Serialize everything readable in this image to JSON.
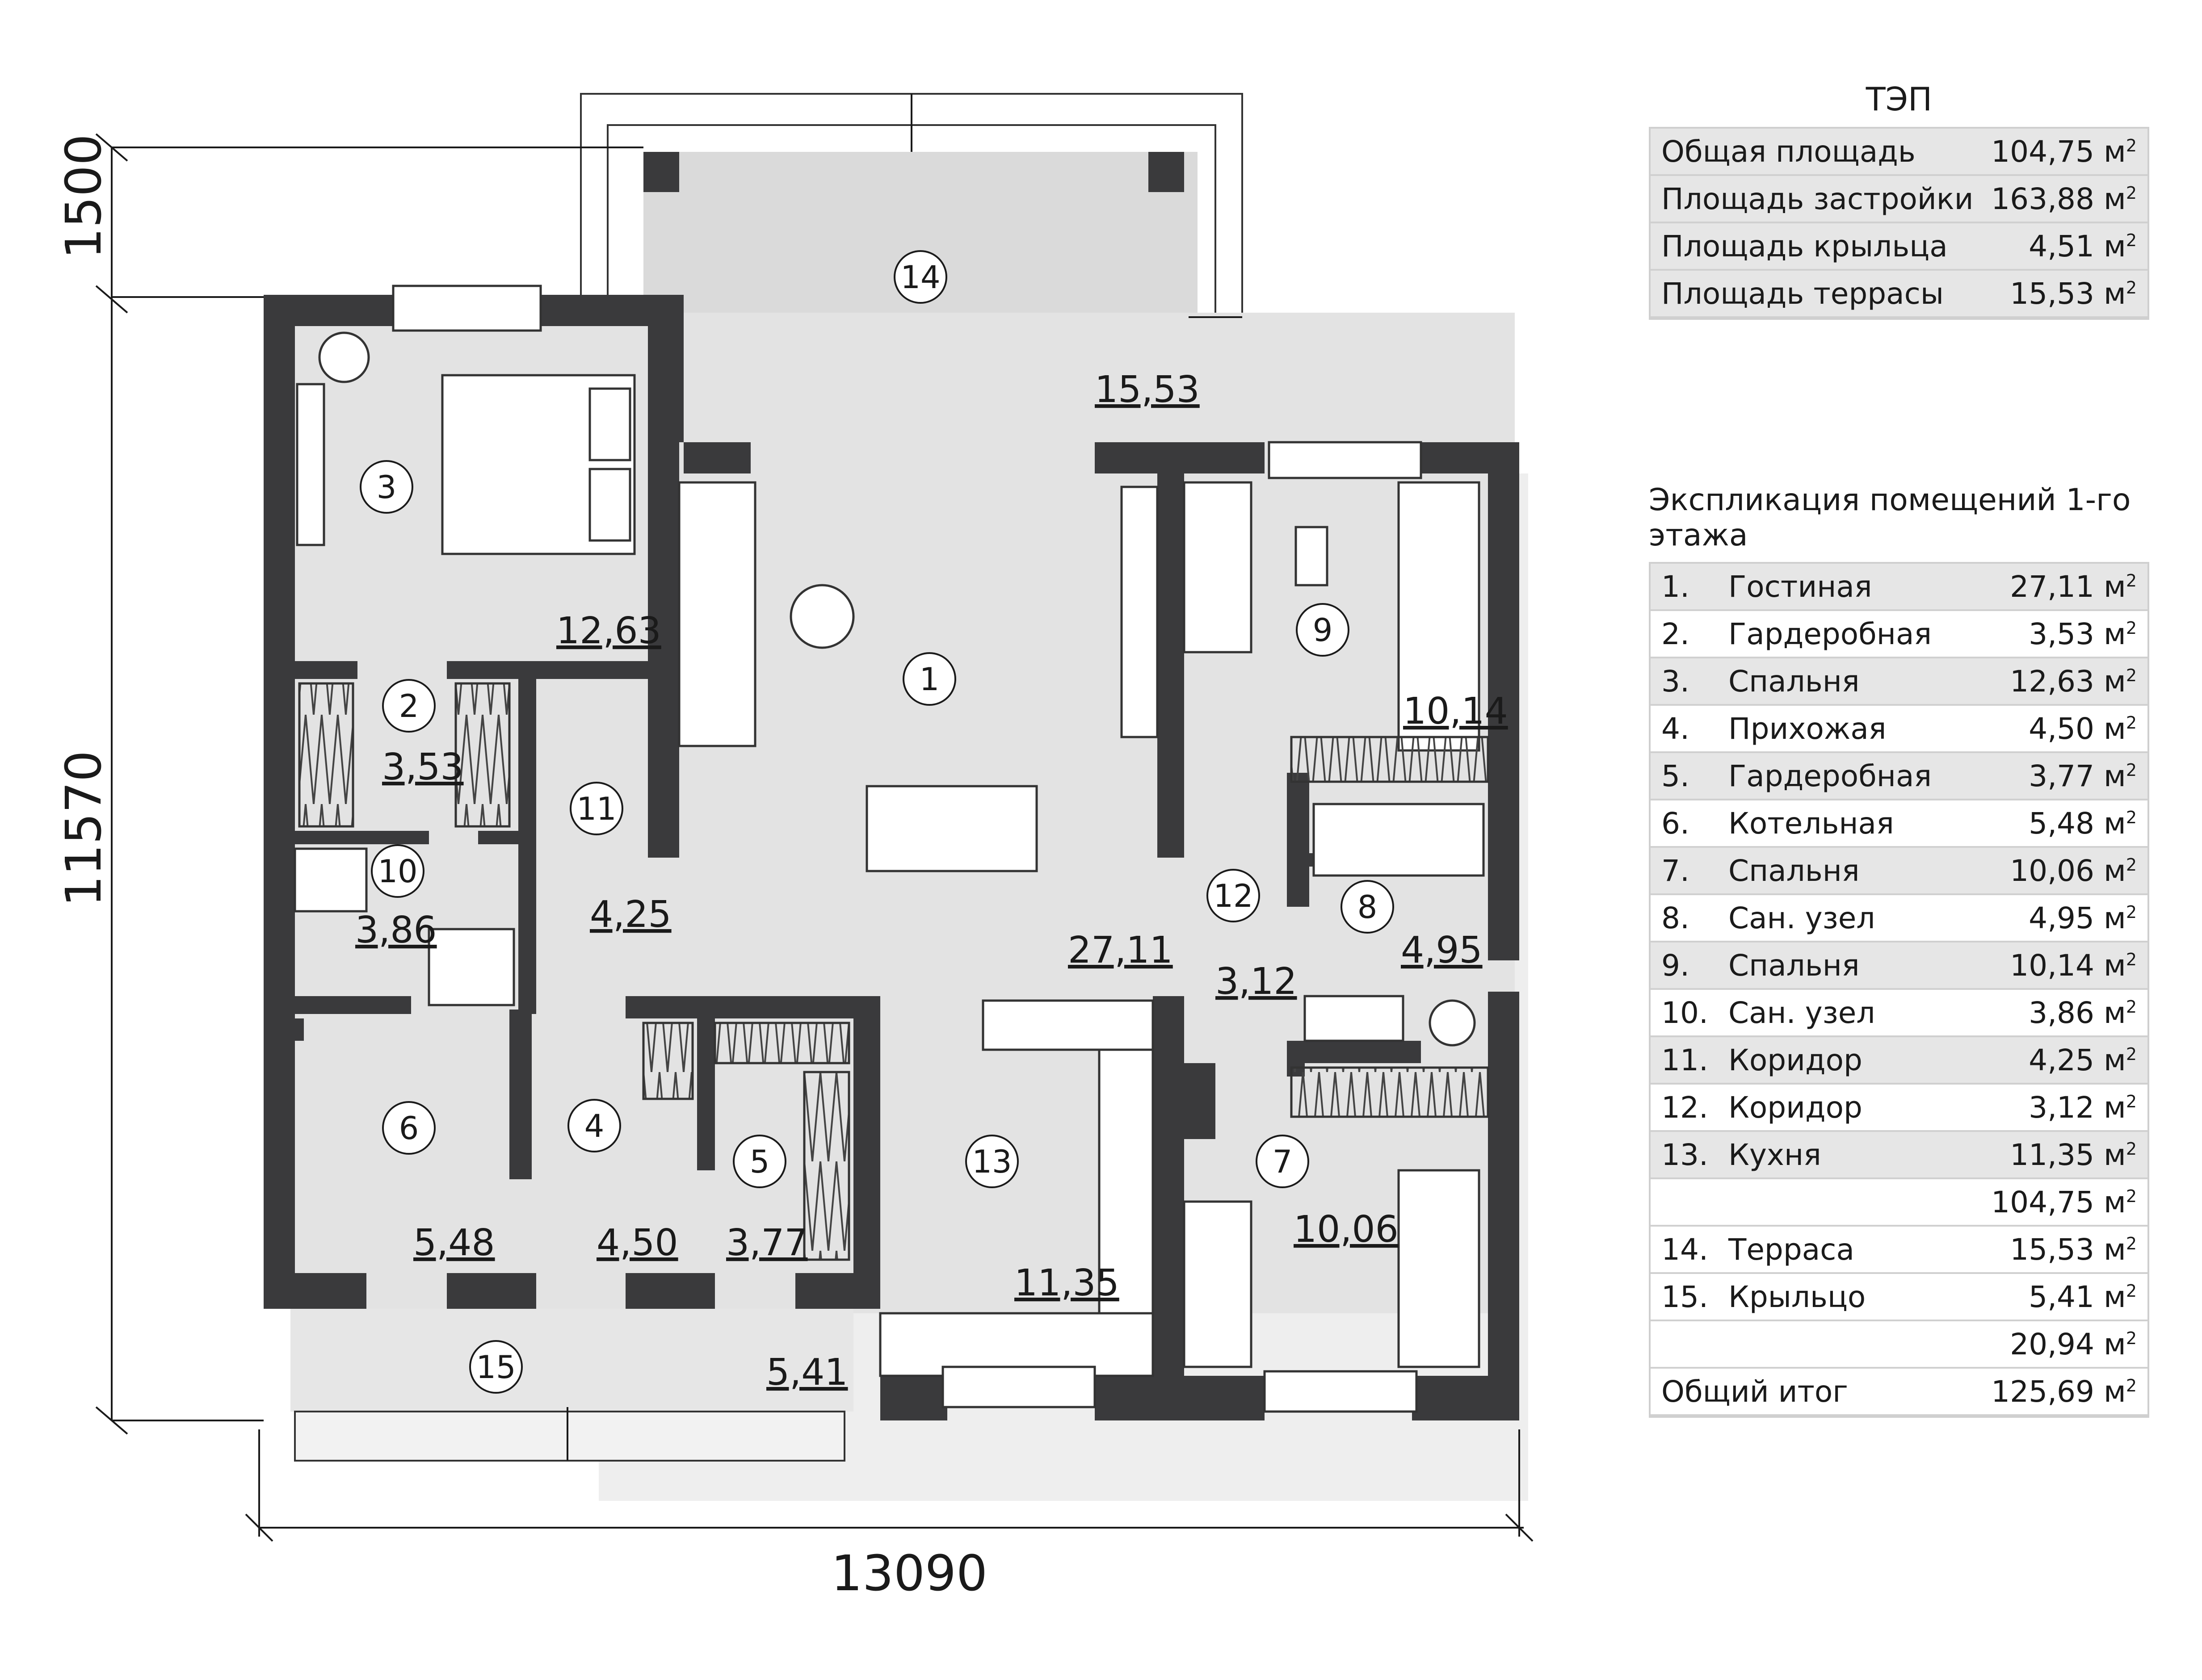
{
  "dimensions": {
    "terrace_depth": "1500",
    "house_depth": "11570",
    "house_width": "13090"
  },
  "rooms": [
    {
      "num": "1",
      "area": "27,11"
    },
    {
      "num": "2",
      "area": "3,53"
    },
    {
      "num": "3",
      "area": "12,63"
    },
    {
      "num": "4",
      "area": "4,50"
    },
    {
      "num": "5",
      "area": "3,77"
    },
    {
      "num": "6",
      "area": "5,48"
    },
    {
      "num": "7",
      "area": "10,06"
    },
    {
      "num": "8",
      "area": "4,95"
    },
    {
      "num": "9",
      "area": "10,14"
    },
    {
      "num": "10",
      "area": "3,86"
    },
    {
      "num": "11",
      "area": "4,25"
    },
    {
      "num": "12",
      "area": "3,12"
    },
    {
      "num": "13",
      "area": "11,35"
    },
    {
      "num": "14",
      "area": "15,53"
    },
    {
      "num": "15",
      "area": "5,41"
    }
  ],
  "tep": {
    "title": "ТЭП",
    "unit": "м",
    "unit_exp": "2",
    "rows": [
      {
        "label": "Общая площадь",
        "value": "104,75"
      },
      {
        "label": "Площадь застройки",
        "value": "163,88"
      },
      {
        "label": "Площадь крыльца",
        "value": "4,51"
      },
      {
        "label": "Площадь террасы",
        "value": "15,53"
      }
    ]
  },
  "explication": {
    "title": "Экспликация помещений 1-го этажа",
    "unit": "м",
    "unit_exp": "2",
    "rows": [
      {
        "no": "1.",
        "name": "Гостиная",
        "value": "27,11"
      },
      {
        "no": "2.",
        "name": "Гардеробная",
        "value": "3,53"
      },
      {
        "no": "3.",
        "name": "Спальня",
        "value": "12,63"
      },
      {
        "no": "4.",
        "name": "Прихожая",
        "value": "4,50"
      },
      {
        "no": "5.",
        "name": "Гардеробная",
        "value": "3,77"
      },
      {
        "no": "6.",
        "name": "Котельная",
        "value": "5,48"
      },
      {
        "no": "7.",
        "name": "Спальня",
        "value": "10,06"
      },
      {
        "no": "8.",
        "name": "Сан. узел",
        "value": "4,95"
      },
      {
        "no": "9.",
        "name": "Спальня",
        "value": "10,14"
      },
      {
        "no": "10.",
        "name": "Сан. узел",
        "value": "3,86"
      },
      {
        "no": "11.",
        "name": "Коридор",
        "value": "4,25"
      },
      {
        "no": "12.",
        "name": "Коридор",
        "value": "3,12"
      },
      {
        "no": "13.",
        "name": "Кухня",
        "value": "11,35"
      },
      {
        "no": "",
        "name": "",
        "value": "104,75"
      },
      {
        "no": "14.",
        "name": "Терраса",
        "value": "15,53"
      },
      {
        "no": "15.",
        "name": "Крыльцо",
        "value": "5,41"
      },
      {
        "no": "",
        "name": "",
        "value": "20,94"
      },
      {
        "no": "",
        "name": "Общий итог",
        "value": "125,69"
      }
    ]
  },
  "colors": {
    "wall": "#3a3a3c",
    "floor": "#e3e3e3",
    "shadow": "#eeeeee",
    "line": "#1a1a1a"
  }
}
